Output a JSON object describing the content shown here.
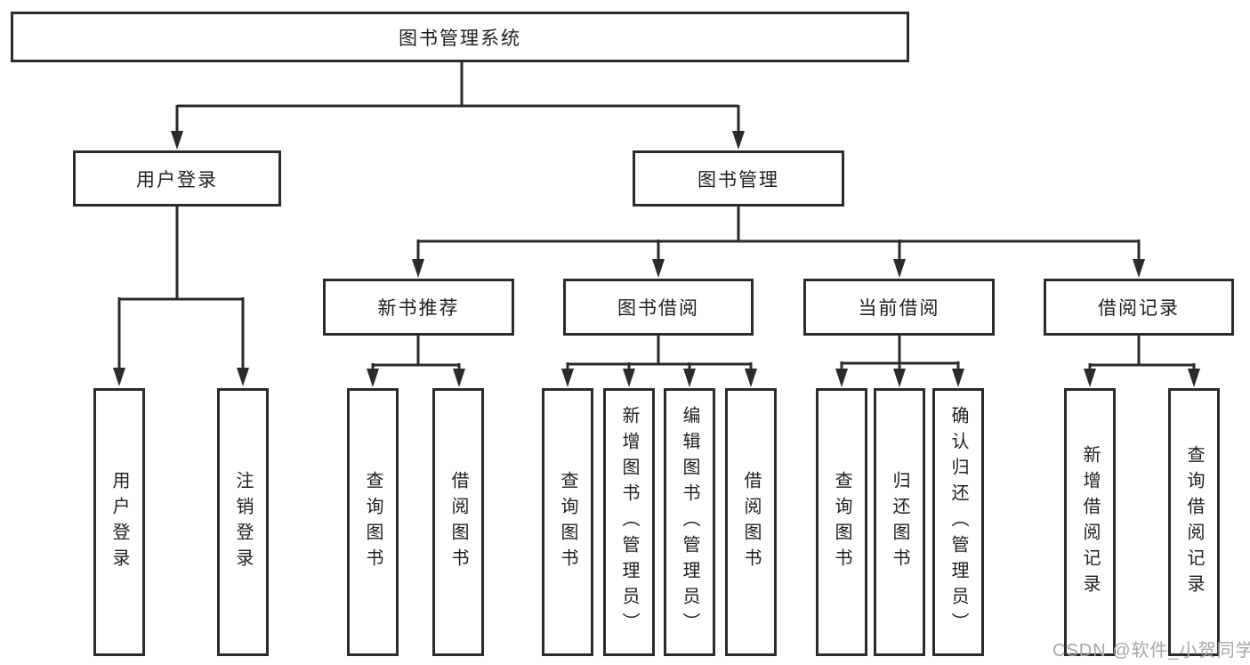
{
  "diagram": {
    "title_node": "图书管理系统",
    "level2": {
      "user_login": "用户登录",
      "book_management": "图书管理"
    },
    "level3": {
      "new_book_recommend": "新书推荐",
      "book_borrowing": "图书借阅",
      "current_borrowing": "当前借阅",
      "borrowing_records": "借阅记录"
    },
    "leaves": {
      "user_login": "用户登录",
      "logout": "注销登录",
      "recommend_query_books": "查询图书",
      "recommend_borrow_books": "借阅图书",
      "borrowing_query_books": "查询图书",
      "borrowing_add_books": "新增图书（管理员）",
      "borrowing_edit_books": "编辑图书（管理员）",
      "borrowing_borrow_books": "借阅图书",
      "current_query_books": "查询图书",
      "current_return_books": "归还图书",
      "current_confirm_return": "确认归还（管理员）",
      "records_add_record": "新增借阅记录",
      "records_query_record": "查询借阅记录"
    },
    "watermark": "CSDN @软件_小贺同学"
  },
  "colors": {
    "line": "#2b2b2b",
    "text": "#1f1f1f",
    "watermark": "#a6a6a6",
    "background": "#ffffff"
  }
}
